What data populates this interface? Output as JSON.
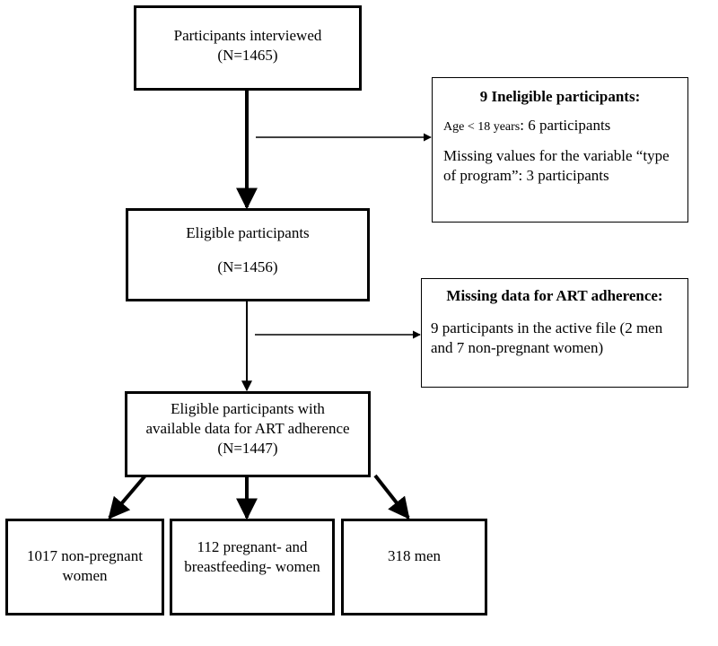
{
  "boxes": {
    "interviewed": {
      "line1": "Participants interviewed",
      "line2": "(N=1465)"
    },
    "ineligible": {
      "title": "9 Ineligible participants:",
      "age_prefix": "Age < 18 years",
      "age_suffix": ": 6 participants",
      "missing_type": "Missing values for the variable “type of program”:  3 participants"
    },
    "eligible": {
      "line1": "Eligible participants",
      "line2": "(N=1456)"
    },
    "missing_art": {
      "title": "Missing data for ART adherence:",
      "body": "9 participants in the active file (2 men and 7 non-pregnant women)"
    },
    "eligible_art": {
      "line1": "Eligible participants with",
      "line2": "available data for ART adherence",
      "line3": "(N=1447)"
    },
    "non_pregnant": {
      "text": "1017 non-pregnant women"
    },
    "pregnant": {
      "text": "112 pregnant- and breastfeeding- women"
    },
    "men": {
      "text": "318 men"
    }
  }
}
